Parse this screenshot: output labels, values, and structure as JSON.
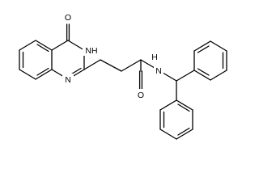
{
  "molecule": {
    "atoms": {
      "carbonyl_oxygen_top": "O",
      "nh_ring": "NH",
      "n_ring": "N",
      "nh_amide": "N",
      "h_amide": "H",
      "carbonyl_oxygen_amide": "O"
    },
    "colors": {
      "bond": "#000000",
      "label": "#000000",
      "background": "#ffffff"
    }
  }
}
